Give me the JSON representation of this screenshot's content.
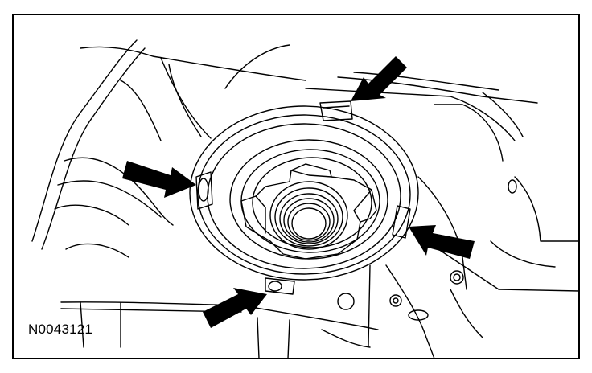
{
  "figure": {
    "id_label": "N0043121",
    "line_color": "#000000",
    "background": "#ffffff",
    "callout_arrows": [
      {
        "name": "arrow-top-right",
        "target": "retaining-tab-top"
      },
      {
        "name": "arrow-left",
        "target": "retaining-tab-left"
      },
      {
        "name": "arrow-right",
        "target": "retaining-tab-right"
      },
      {
        "name": "arrow-bottom-left",
        "target": "retaining-tab-bottom"
      }
    ]
  }
}
